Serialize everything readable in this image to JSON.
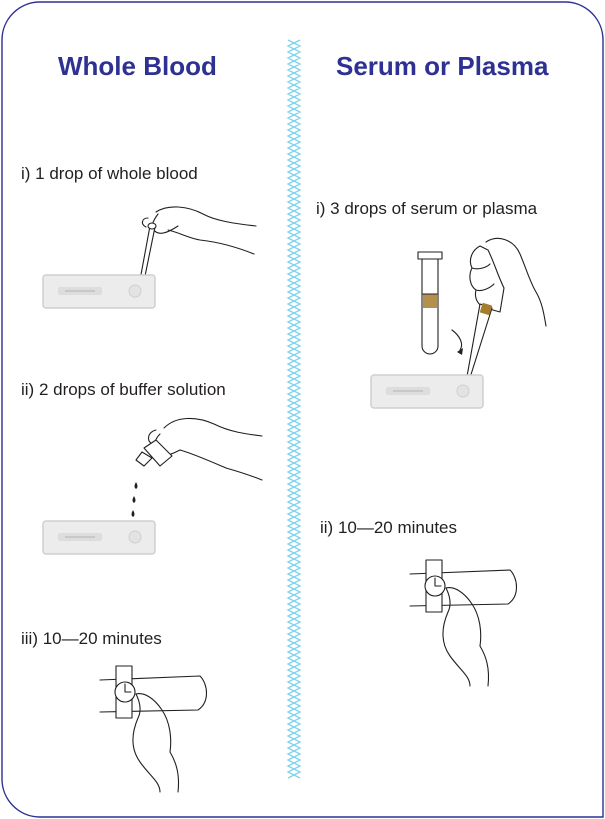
{
  "colors": {
    "title": "#2e3192",
    "border": "#2e3192",
    "divider": "#7fd3ee",
    "blood": "#e4202a",
    "tip_amber": "#a67c2e"
  },
  "left": {
    "title": "Whole Blood",
    "steps": [
      "i) 1 drop of whole blood",
      "ii) 2 drops of buffer solution",
      "iii) 10—20 minutes"
    ]
  },
  "right": {
    "title": "Serum or Plasma",
    "steps": [
      "i) 3 drops of serum or plasma",
      "ii) 10—20 minutes"
    ]
  },
  "icons": [
    "hand-with-capillary-dropper-icon",
    "test-cassette-icon",
    "hand-squeezing-buffer-bottle-icon",
    "watch-on-wrist-icon",
    "centrifuge-tube-icon",
    "hand-with-pipette-icon"
  ]
}
